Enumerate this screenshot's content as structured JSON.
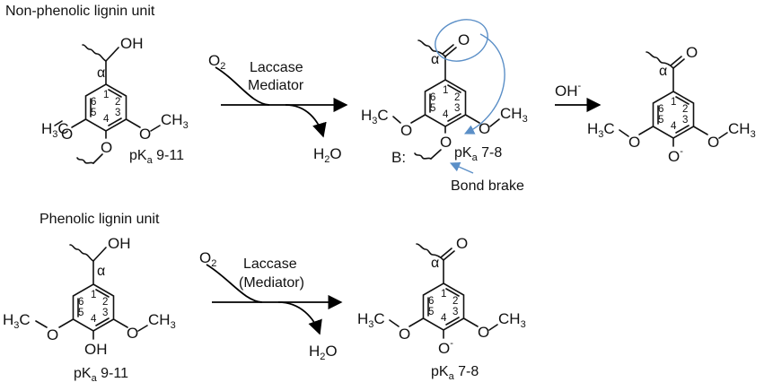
{
  "top_title": "Non-phenolic lignin unit",
  "bottom_title": "Phenolic lignin unit",
  "reagent_o2": "O",
  "reagent_o2_sub": "2",
  "top_catalyst_line1": "Laccase",
  "top_catalyst_line2": "Mediator",
  "bottom_catalyst_line1": "Laccase",
  "bottom_catalyst_line2": "(Mediator)",
  "product_water_h": "H",
  "product_water_sub": "2",
  "product_water_o": "O",
  "base_label": "B:",
  "bond_label": "Bond brake",
  "hydroxide": "OH",
  "minus": "-",
  "alpha": "α",
  "pka_p": "pK",
  "pka_a": "a",
  "pka_range_high": " 9-11",
  "pka_range_low": " 7-8",
  "ring_numbers": [
    "1",
    "2",
    "3",
    "4",
    "5",
    "6"
  ],
  "methyl_left_h": "H",
  "methyl_left_sub": "3",
  "methyl_left_rest": "C",
  "methoxy_o": "O",
  "methoxy_right_ch": "CH",
  "methoxy_right_sub": "3",
  "hydroxyl": "OH",
  "carbonyl_o": "O",
  "ether_o": "O",
  "phenolate_o": "O"
}
